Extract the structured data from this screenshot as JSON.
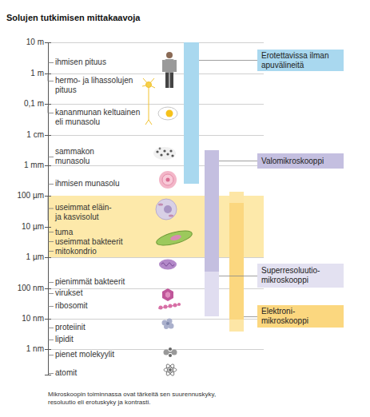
{
  "diagram": {
    "title": "Solujen tutkimisen mittakaavoja",
    "caption": "Mikroskoopin toiminnassa ovat tärkeitä sen suurennuskyky, resoluutio eli erotuskyky ja kontrasti.",
    "nodes": [
      {
        "text": [
          "Erotettavissa ilman apuvälineitä"
        ]
      },
      {
        "text": [
          "Valomikroskooppi"
        ]
      },
      {
        "text": [
          "useimmat eläin- ja kasvisolut",
          "tuma",
          "useimmat bakteerit",
          "mitokondrio"
        ]
      },
      {
        "text": [
          "Superresoluutio- mikroskooppi"
        ]
      },
      {
        "text": [
          "Elektroni- mikroskooppi"
        ]
      }
    ],
    "labels": [
      "10 m",
      "1 m",
      "0,1 m",
      "1 cm",
      "1 mm",
      "100 µm",
      "10 µm",
      "1 µm",
      "100 nm",
      "10 nm",
      "1 nm",
      "ihmisen pituus",
      "hermo- ja lihassolujen pituus",
      "kananmunan keltuainen eli munasolu",
      "sammakon munasolu",
      "ihmisen munasolu",
      "pienimmät bakteerit",
      "virukset",
      "ribosomit",
      "proteiinit",
      "lipidit",
      "pienet molekyylit",
      "atomit"
    ]
  }
}
